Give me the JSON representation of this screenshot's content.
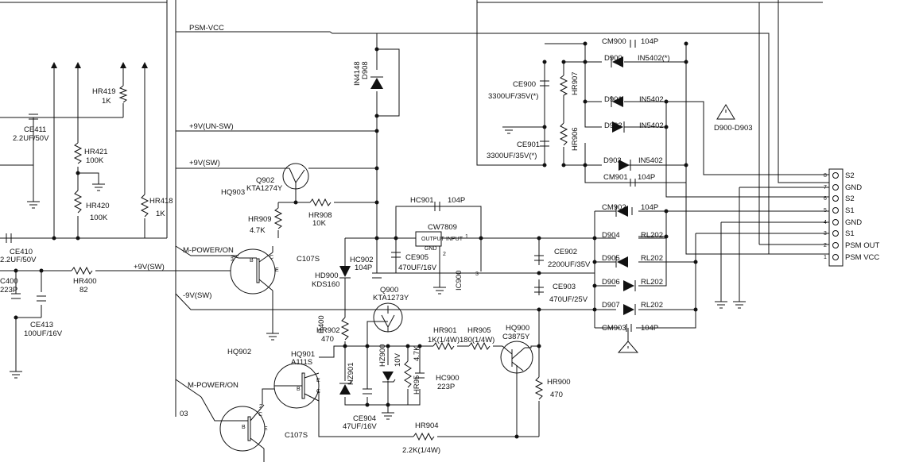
{
  "nets": {
    "psm_vcc": "PSM-VCC",
    "v9_unsw": "+9V(UN-SW)",
    "v9_sw": "+9V(SW)",
    "v9_sw_out": "+9V(SW)",
    "m_power_on_1": "M-POWER/ON",
    "m_power_on_2": "M-POWER/ON",
    "neg9_sw": "-9V(SW)",
    "sheet_ref": "03"
  },
  "components": {
    "hr419": {
      "ref": "HR419",
      "value": "1K"
    },
    "hr421": {
      "ref": "HR421",
      "value": "100K"
    },
    "hr420": {
      "ref": "HR420",
      "value": "100K"
    },
    "hr418": {
      "ref": "HR418",
      "value": "1K"
    },
    "ce411": {
      "ref": "CE411",
      "value": "2.2UF/50V"
    },
    "ce410": {
      "ref": "CE410",
      "value": "2.2UF/50V"
    },
    "c400": {
      "ref": "C400",
      "value": "223P"
    },
    "ce413": {
      "ref": "CE413",
      "value": "100UF/16V"
    },
    "hr400": {
      "ref": "HR400",
      "value": "82"
    },
    "d908": {
      "ref": "D908",
      "value": "IN4148"
    },
    "q902": {
      "ref": "Q902",
      "value": "KTA1274Y"
    },
    "hq903": {
      "ref": "HQ903"
    },
    "hr909": {
      "ref": "HR909",
      "value": "4.7K"
    },
    "hr908": {
      "ref": "HR908",
      "value": "10K"
    },
    "hc901": {
      "ref": "HC901",
      "value": "104P"
    },
    "cw7809": {
      "ref": "CW7809",
      "out": "OUTPUT",
      "in": "INPUT",
      "gnd": "GND",
      "p1": "1",
      "p2": "2",
      "p3": "3"
    },
    "hc902": {
      "ref": "HC902",
      "value": "104P"
    },
    "ce905": {
      "ref": "CE905",
      "value": "470UF/16V"
    },
    "ic900": {
      "ref": "IC900"
    },
    "c107s_top": {
      "ref": "C107S",
      "p3": "3",
      "b": "B",
      "c": "C",
      "e": "E"
    },
    "hd900": {
      "ref": "HD900",
      "value": "KDS160"
    },
    "ce902": {
      "ref": "CE902",
      "value": "2200UF/35V"
    },
    "ce903": {
      "ref": "CE903",
      "value": "470UF/25V"
    },
    "q900": {
      "ref": "Q900",
      "value": "KTA1273Y"
    },
    "hr902": {
      "ref": "HR902",
      "value": "470"
    },
    "r400": {
      "ref": "R400"
    },
    "hq902": {
      "ref": "HQ902"
    },
    "hq901": {
      "ref": "HQ901",
      "value": "A111S",
      "b": "B",
      "c": "C",
      "e": "E"
    },
    "hz901": {
      "ref": "HZ901"
    },
    "hz900": {
      "ref": "HZ900",
      "value": "10V"
    },
    "hr901": {
      "ref": "HR901",
      "value": "1K(1/4W)"
    },
    "hr905": {
      "ref": "HR905",
      "value": "180(1/4W)"
    },
    "hr95": {
      "ref": "HR95",
      "value": "4.7K"
    },
    "hc900": {
      "ref": "HC900",
      "value": "223P"
    },
    "hq900": {
      "ref": "HQ900",
      "value": "C3875Y"
    },
    "hr900": {
      "ref": "HR900",
      "value": "470"
    },
    "ce904": {
      "ref": "CE904",
      "value": "47UF/16V"
    },
    "hr904": {
      "ref": "HR904",
      "value": "2.2K(1/4W)"
    },
    "c107s_bot": {
      "ref": "C107S",
      "b": "B",
      "c": "C",
      "e": "E",
      "p2": "2"
    },
    "cm900": {
      "ref": "CM900",
      "value": "104P"
    },
    "ce900": {
      "ref": "CE900",
      "value": "3300UF/35V(*)"
    },
    "ce901": {
      "ref": "CE901",
      "value": "3300UF/35V(*)"
    },
    "hr907": {
      "ref": "HR907"
    },
    "hr906": {
      "ref": "HR906"
    },
    "d900": {
      "ref": "D900",
      "value": "IN5402(*)"
    },
    "d901": {
      "ref": "D901",
      "value": "IN5402"
    },
    "d902": {
      "ref": "D902",
      "value": "IN5402"
    },
    "d903": {
      "ref": "D903",
      "value": "IN5402"
    },
    "cm901": {
      "ref": "CM901",
      "value": "104P"
    },
    "cm902": {
      "ref": "CM902",
      "value": "104P"
    },
    "d904": {
      "ref": "D904",
      "value": "RL202"
    },
    "d905": {
      "ref": "D905",
      "value": "RL202"
    },
    "d906": {
      "ref": "D906",
      "value": "RL202"
    },
    "d907": {
      "ref": "D907",
      "value": "RL202"
    },
    "cm903": {
      "ref": "CM903",
      "value": "104P"
    },
    "warning_note": "D900-D903"
  },
  "connector": {
    "pins": [
      {
        "num": "8",
        "label": "S2"
      },
      {
        "num": "7",
        "label": "GND"
      },
      {
        "num": "6",
        "label": "S2"
      },
      {
        "num": "5",
        "label": "S1"
      },
      {
        "num": "4",
        "label": "GND"
      },
      {
        "num": "3",
        "label": "S1"
      },
      {
        "num": "2",
        "label": "PSM OUT"
      },
      {
        "num": "1",
        "label": "PSM VCC"
      }
    ]
  }
}
